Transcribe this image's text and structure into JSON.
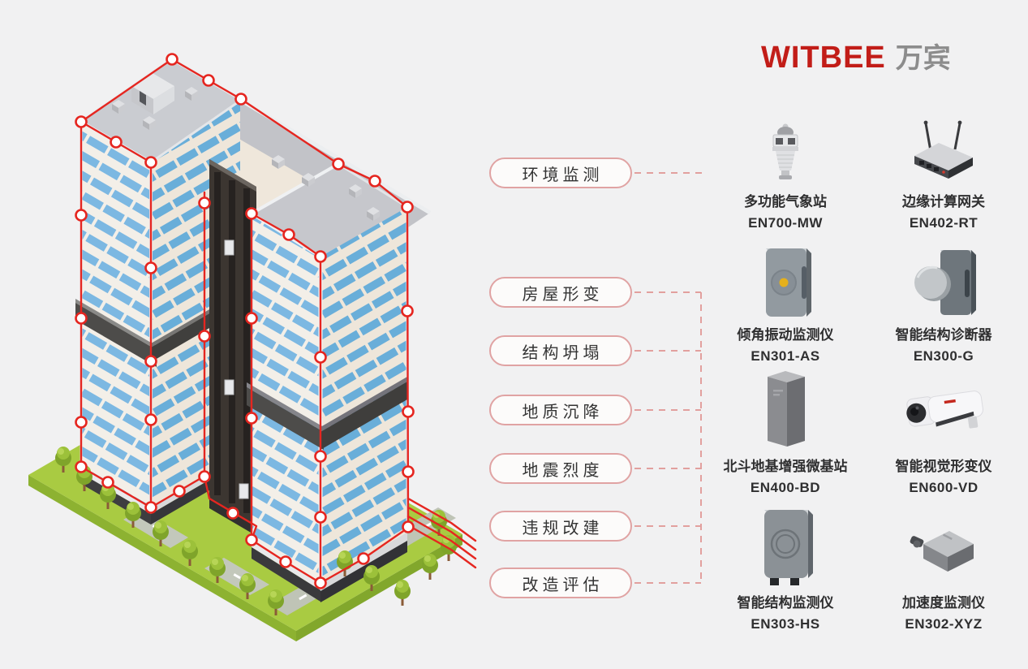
{
  "logo": {
    "brand": "WITBEE",
    "suffix": "万宾"
  },
  "categories": [
    {
      "label": "环境监测"
    },
    {
      "label": "房屋形变"
    },
    {
      "label": "结构坍塌"
    },
    {
      "label": "地质沉降"
    },
    {
      "label": "地震烈度"
    },
    {
      "label": "违规改建"
    },
    {
      "label": "改造评估"
    }
  ],
  "products": [
    {
      "name": "多功能气象站",
      "code": "EN700-MW",
      "icon": "weather-station-icon"
    },
    {
      "name": "边缘计算网关",
      "code": "EN402-RT",
      "icon": "edge-gateway-icon"
    },
    {
      "name": "倾角振动监测仪",
      "code": "EN301-AS",
      "icon": "tilt-vibration-sensor-icon"
    },
    {
      "name": "智能结构诊断器",
      "code": "EN300-G",
      "icon": "structure-diagnostic-icon"
    },
    {
      "name": "北斗地基增强微基站",
      "code": "EN400-BD",
      "icon": "beidou-base-station-icon"
    },
    {
      "name": "智能视觉形变仪",
      "code": "EN600-VD",
      "icon": "vision-camera-icon"
    },
    {
      "name": "智能结构监测仪",
      "code": "EN303-HS",
      "icon": "structure-monitor-icon"
    },
    {
      "name": "加速度监测仪",
      "code": "EN302-XYZ",
      "icon": "accelerometer-icon"
    }
  ],
  "colors": {
    "accent-red": "#e52620",
    "pill-border": "#e0a3a3",
    "dash": "#e2a09e",
    "logo-red": "#c21d18",
    "logo-gray": "#8c8c8c"
  }
}
